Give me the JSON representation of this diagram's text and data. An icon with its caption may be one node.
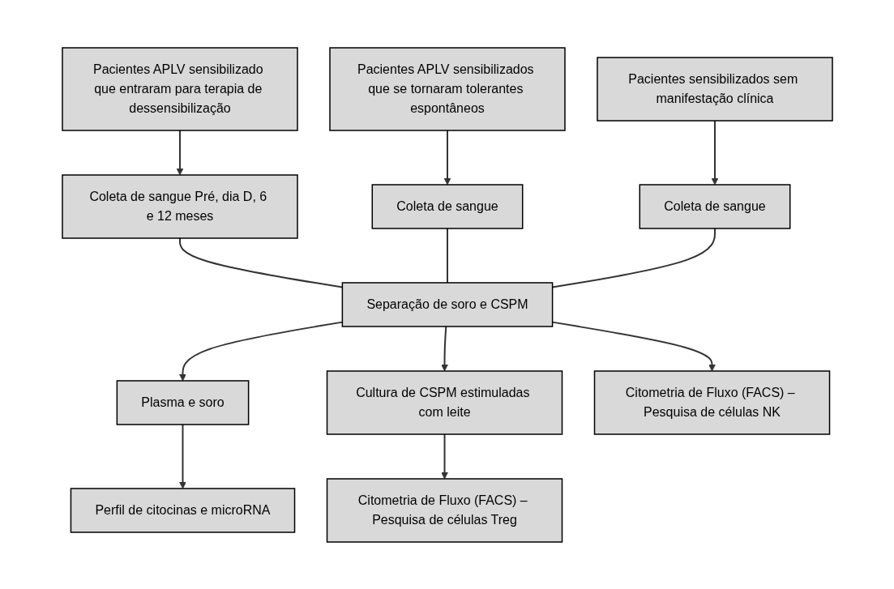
{
  "diagram": {
    "nodes": [
      {
        "text": [
          "Pacientes APLV sensibilizado que entraram para terapia de dessensibilização"
        ]
      },
      {
        "text": [
          "Pacientes APLV sensibilizados que se tornaram tolerantes espontâneos"
        ]
      },
      {
        "text": [
          "Pacientes sensibilizados sem manifestação clínica"
        ]
      },
      {
        "text": [
          "Coleta de sangue Pré, dia D, 6 e 12 meses"
        ]
      },
      {
        "text": [
          "Coleta de sangue"
        ]
      },
      {
        "text": [
          "Coleta de sangue"
        ]
      },
      {
        "text": [
          "Plasma e soro"
        ]
      },
      {
        "text": [
          "Separação de soro e CSPM"
        ]
      },
      {
        "text": [
          "Cultura de CSPM estimuladas com leite"
        ]
      },
      {
        "text": [
          "Perfil de citocinas e microRNA"
        ]
      },
      {
        "text": [
          "Citometria de Fluxo (FACS) – Pesquisa de células NK"
        ]
      },
      {
        "text": [
          "Citometria de Fluxo (FACS) – Pesquisa de células Treg"
        ]
      }
    ],
    "edges": [
      {
        "from": 0,
        "to": 3,
        "arrow": "to"
      },
      {
        "from": 1,
        "to": 4,
        "arrow": "to"
      },
      {
        "from": 2,
        "to": 5,
        "arrow": "to"
      },
      {
        "from": 3,
        "to": 7,
        "arrow": "none"
      },
      {
        "from": 4,
        "to": 7,
        "arrow": "none"
      },
      {
        "from": 5,
        "to": 7,
        "arrow": "none"
      },
      {
        "from": 7,
        "to": 6,
        "arrow": "to"
      },
      {
        "from": 7,
        "to": 8,
        "arrow": "to"
      },
      {
        "from": 6,
        "to": 9,
        "arrow": "to"
      },
      {
        "from": 7,
        "to": 10,
        "arrow": "to"
      },
      {
        "from": 8,
        "to": 11,
        "arrow": "to"
      }
    ]
  }
}
